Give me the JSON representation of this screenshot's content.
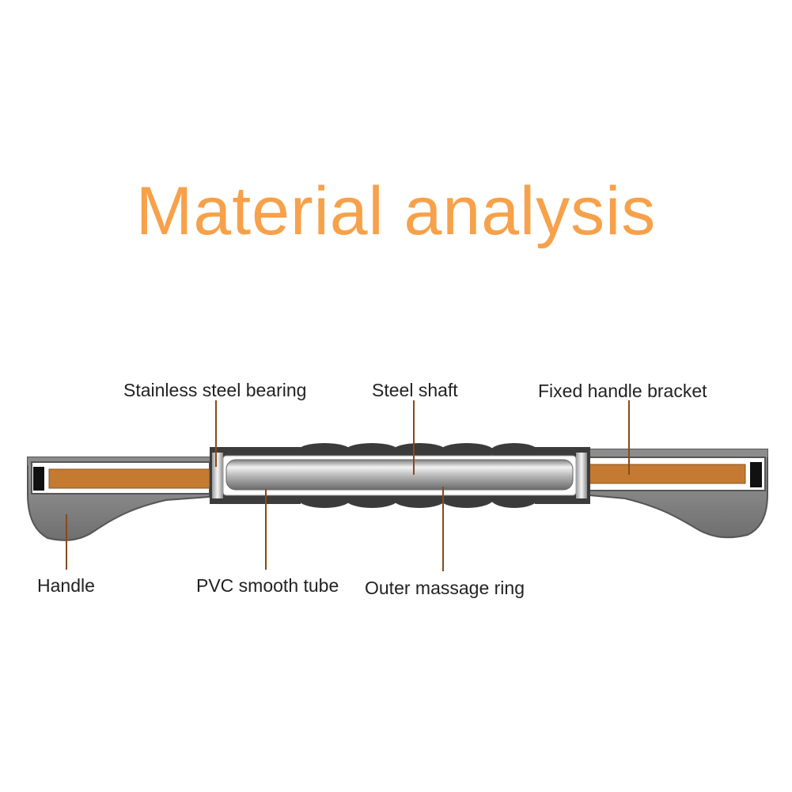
{
  "title": "Material analysis",
  "labels": {
    "bearing": "Stainless steel bearing",
    "shaft": "Steel shaft",
    "bracket": "Fixed handle bracket",
    "handle": "Handle",
    "pvc_tube": "PVC smooth tube",
    "massage_ring": "Outer massage ring"
  },
  "colors": {
    "title": "#f7a14a",
    "core": "#c57a32",
    "handle_grey": "#8a8a8a",
    "ring_dark": "#3a3a3a"
  }
}
